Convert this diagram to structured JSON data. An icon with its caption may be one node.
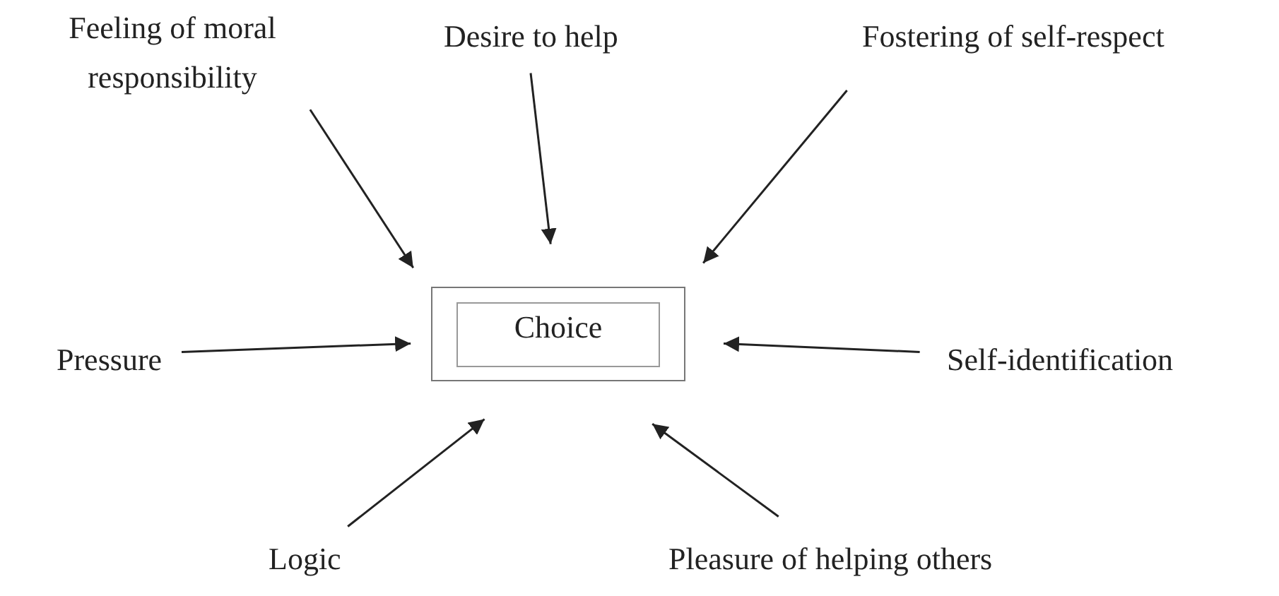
{
  "diagram": {
    "nodes": [
      {
        "text": [
          "Desire to help"
        ]
      },
      {
        "text": [
          "Feeling of moral responsibility"
        ]
      },
      {
        "text": [
          "Fostering of self-respect"
        ]
      },
      {
        "text": [
          "Choice"
        ]
      },
      {
        "text": [
          "Pressure"
        ]
      },
      {
        "text": [
          "Self-identification"
        ]
      },
      {
        "text": [
          "Logic"
        ]
      },
      {
        "text": [
          "Pleasure of helping others"
        ]
      }
    ],
    "edges": [
      {
        "from": 0,
        "to": 3,
        "arrow": "to"
      },
      {
        "from": 1,
        "to": 3,
        "arrow": "to"
      },
      {
        "from": 2,
        "to": 3,
        "arrow": "to"
      },
      {
        "from": 4,
        "to": 3,
        "arrow": "to"
      },
      {
        "from": 5,
        "to": 3,
        "arrow": "to"
      },
      {
        "from": 6,
        "to": 3,
        "arrow": "to"
      },
      {
        "from": 7,
        "to": 3,
        "arrow": "to"
      }
    ]
  }
}
